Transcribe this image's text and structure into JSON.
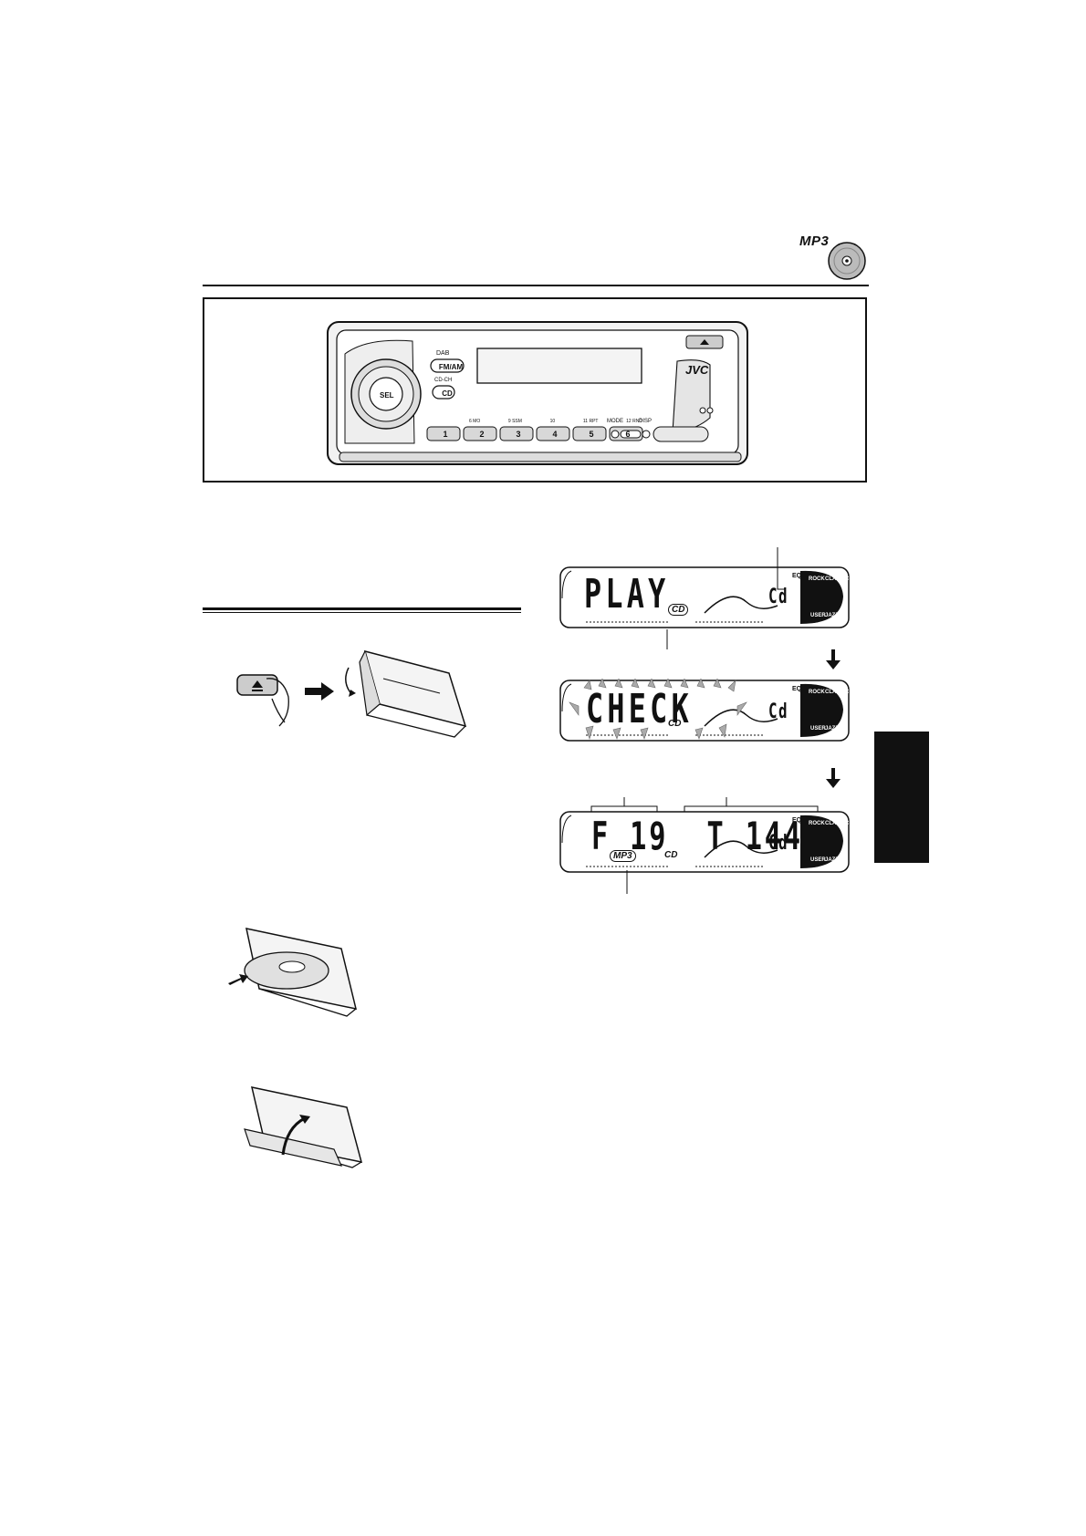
{
  "header": {
    "logo_text": "MP3"
  },
  "receiver": {
    "brand": "JVC",
    "fm_am_label": "FM/AM",
    "dab_label": "DAB",
    "cd_label": "CD",
    "cd_ch_label": "CD-CH",
    "sel_label": "SEL",
    "mode_label": "MODE",
    "disp_label": "DISP",
    "presets": [
      "1",
      "2",
      "3",
      "4",
      "5",
      "6"
    ],
    "preset_sublabels": [
      "6 MO",
      "9 SSM",
      "10",
      "11 RPT",
      "12 RND"
    ]
  },
  "lcd_panels": [
    {
      "main_text": "PLAY",
      "right_text": "Cd",
      "indicator": "CD"
    },
    {
      "main_text": "CHECK",
      "right_text": "Cd",
      "indicator": "CD"
    },
    {
      "main_text": "F 19  T 144",
      "right_text": "Cd",
      "indicator": "CD",
      "extra_indicator": "MP3"
    }
  ],
  "lcd_labels": {
    "rock": "ROCK",
    "classic": "CLASSIC",
    "user": "USER",
    "jazz": "JAZZ",
    "eq": "EQ"
  }
}
